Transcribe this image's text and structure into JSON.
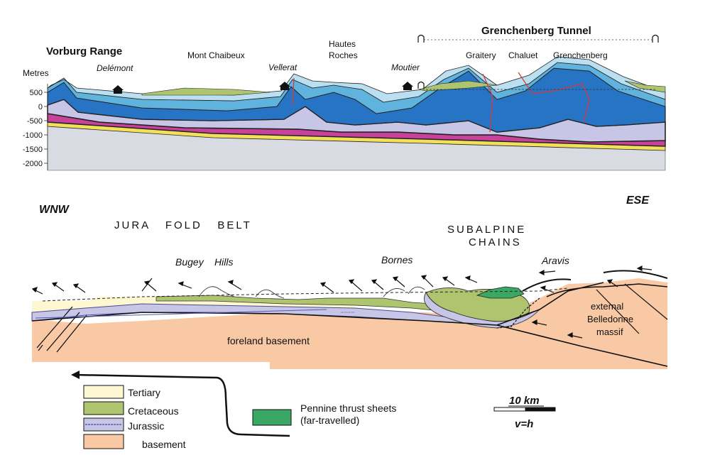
{
  "top_section": {
    "title_left": "Vorburg Range",
    "title_right": "Grenchenberg Tunnel",
    "y_axis_label": "Metres",
    "y_ticks": [
      "500",
      "0",
      "-500",
      "-1000",
      "-1500",
      "-2000"
    ],
    "places": {
      "delemont": "Delémont",
      "mont_chaibeux": "Mont Chaibeux",
      "vellerat": "Vellerat",
      "hautes": "Hautes",
      "roches": "Roches",
      "moutier": "Moutier",
      "graitery": "Graitery",
      "chaluet": "Chaluet",
      "grenchenberg": "Grenchenberg"
    }
  },
  "bottom_section": {
    "direction_left": "WNW",
    "direction_right": "ESE",
    "jura_fold_belt": "JURA   FOLD   BELT",
    "subalpine_1": "SUBALPINE",
    "subalpine_2": "CHAINS",
    "bugey": "Bugey",
    "hills": "Hills",
    "bornes": "Bornes",
    "aravis": "Aravis",
    "foreland_basement": "foreland basement",
    "external": "external",
    "belledonne": "Belledonne",
    "massif": "massif"
  },
  "legend": {
    "tertiary": "Tertiary",
    "cretaceous": "Cretaceous",
    "jurassic": "Jurassic",
    "basement": "basement",
    "pennine_1": "Pennine thrust sheets",
    "pennine_2": "(far-travelled)",
    "scale_label": "10 km",
    "scale_note": "v=h"
  },
  "colors": {
    "tertiary": "#fdf8d2",
    "cretaceous": "#aec46e",
    "jurassic": "#c7c6e6",
    "basement": "#f8c9a4",
    "pennine": "#3aa864",
    "light_blue": "#b9dff0",
    "mid_blue": "#5fb3dc",
    "dark_blue": "#2774c4",
    "magenta": "#c8429c",
    "grey_basement": "#d9dbe3",
    "yellow": "#f2e05a"
  }
}
